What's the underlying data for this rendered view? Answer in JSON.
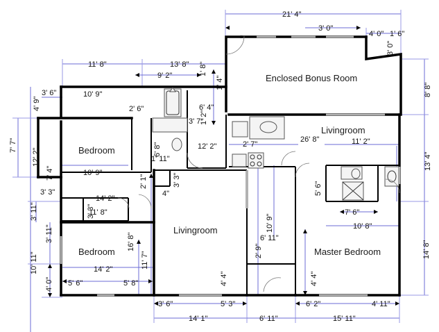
{
  "rooms": {
    "enclosed_bonus_room": "Enclosed Bonus Room",
    "livingroom_upper": "Livingroom",
    "bedroom_upper": "Bedroom",
    "livingroom_main": "Livingroom",
    "bedroom_lower": "Bedroom",
    "master_bedroom": "Master Bedroom"
  },
  "dimensions": {
    "top_overall": "21' 4\"",
    "bonus_top_segment": "3' 0\"",
    "top_right_a": "4' 0\"",
    "top_right_b": "1' 6\"",
    "top_right_vertical": "3' 0\"",
    "left_top_width": "11' 8\"",
    "mid_top_width": "13' 8\"",
    "bath_width_top": "9' 2\"",
    "bath_height_top": "1' 8\"",
    "bath_height_small": "1' 4\"",
    "bonus_side_height": "8' 8\"",
    "left_margin_top": "4' 9\"",
    "upper_left_a": "3' 6\"",
    "upper_left_b": "10' 9\"",
    "closet_width": "2' 6\"",
    "hall_width": "6' 4\"",
    "bath_small_a": "3' 7\"",
    "bath_small_b": "1' 2\"",
    "bath_vert": "6' 8\"",
    "hall_mid": "12' 2\"",
    "kitchen_counter": "2' 7\"",
    "living_upper_width": "26' 8\"",
    "living_upper_sub": "11' 2\"",
    "right_side_mid": "13' 4\"",
    "bedroom_left_height": "7' 7\"",
    "bedroom_inner_a": "12' 2\"",
    "bedroom_inner_b": "7' 4\"",
    "bedroom_width": "10' 9\"",
    "closet_small_a": "1' 11\"",
    "closet_small_b": "3' 3\"",
    "closet_small_c": "2' 1\"",
    "closet_small_d": "4\"",
    "closet_left": "3' 3\"",
    "closet_width2": "14' 2\"",
    "closet_width3": "11' 8\"",
    "closet_vert": "3' 3\"",
    "left_side_a": "3' 11\"",
    "left_side_b": "3' 11\"",
    "lower_bed_width": "14' 2\"",
    "lower_bed_height": "10' 11\"",
    "lower_bed_left_a": "4' 0\"",
    "lower_bed_seg_a": "5' 6\"",
    "lower_bed_seg_b": "5' 8\"",
    "living_left_a": "16' 8\"",
    "living_left_b": "11' 7\"",
    "hall_vertical_a": "6' 11\"",
    "hall_vertical_b": "2' 9\"",
    "hall_vertical_c": "4' 4\"",
    "hall_vertical_d": "10' 9\"",
    "master_bath_a": "5' 6\"",
    "master_bath_b": "7' 6\"",
    "master_bath_c": "10' 8\"",
    "master_left": "4' 4\"",
    "master_right_height": "14' 8\"",
    "bottom_living_a": "3' 6\"",
    "bottom_living_b": "5' 3\"",
    "bottom_living_total": "14' 1\"",
    "bottom_hall": "6' 11\"",
    "bottom_master_a": "6' 2\"",
    "bottom_master_b": "4' 11\"",
    "bottom_master_total": "15' 11\""
  }
}
